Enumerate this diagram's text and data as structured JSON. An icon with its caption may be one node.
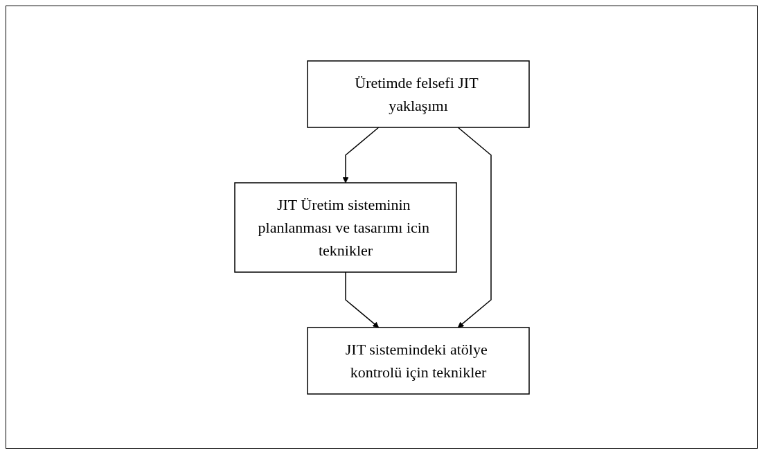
{
  "diagram": {
    "nodes": [
      {
        "text": [
          "Üretimde felsefi JIT yaklaşımı"
        ]
      },
      {
        "text": [
          "JIT Üretim sisteminin planlanması ve tasarımı icin teknikler"
        ]
      },
      {
        "text": [
          "JIT sistemindeki atölye kontrolü için teknikler"
        ]
      }
    ],
    "edges": [
      {
        "from": 0,
        "to": 1,
        "arrow": "to"
      },
      {
        "from": 1,
        "to": 2,
        "arrow": "to"
      },
      {
        "from": 0,
        "to": 2,
        "arrow": "to"
      }
    ]
  }
}
